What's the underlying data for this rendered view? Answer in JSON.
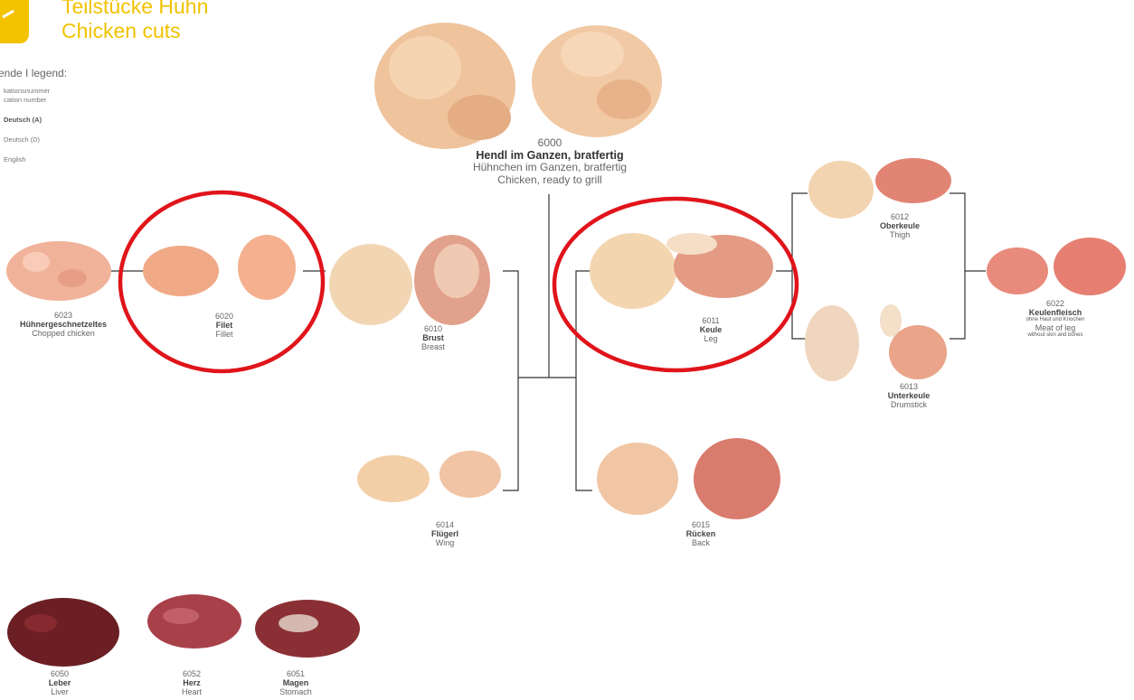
{
  "header": {
    "title_de": "Teilstücke Huhn",
    "title_en": "Chicken cuts"
  },
  "legend": {
    "title": "ende  I  legend:",
    "line1": "kationsnummer",
    "line2": "cation number",
    "de_a": "Deutsch (A)",
    "de_d": "Deutsch (D)",
    "en": "English"
  },
  "products": {
    "whole": {
      "num": "6000",
      "de_a": "Hendl im Ganzen, bratfertig",
      "de_d": "Hühnchen im Ganzen, bratfertig",
      "en": "Chicken, ready to grill"
    },
    "breast": {
      "num": "6010",
      "de_a": "Brust",
      "en": "Breast"
    },
    "fillet": {
      "num": "6020",
      "de_a": "Filet",
      "en": "Fillet"
    },
    "chopped": {
      "num": "6023",
      "de_a": "Hühnergeschnetzeltes",
      "en": "Chopped chicken"
    },
    "leg": {
      "num": "6011",
      "de_a": "Keule",
      "en": "Leg"
    },
    "thigh": {
      "num": "6012",
      "de_a": "Oberkeule",
      "en": "Thigh"
    },
    "drumstick": {
      "num": "6013",
      "de_a": "Unterkeule",
      "en": "Drumstick"
    },
    "legmeat": {
      "num": "6022",
      "de_a": "Keulenfleisch",
      "de_note": "ohne Haut und Knochen",
      "en": "Meat of leg",
      "en_note": "without skin and bones"
    },
    "wing": {
      "num": "6014",
      "de_a": "Flügerl",
      "en": "Wing"
    },
    "back": {
      "num": "6015",
      "de_a": "Rücken",
      "en": "Back"
    },
    "liver": {
      "num": "6050",
      "de_a": "Leber",
      "en": "Liver"
    },
    "heart": {
      "num": "6052",
      "de_a": "Herz",
      "en": "Heart"
    },
    "stomach": {
      "num": "6051",
      "de_a": "Magen",
      "en": "Stomach"
    }
  },
  "colors": {
    "brand_yellow": "#f2c200",
    "highlight_red": "#e0141a",
    "raw_meat": "#f1c9a4",
    "raw_meat_pink": "#e99a86",
    "organ_dark": "#6b1f24"
  }
}
